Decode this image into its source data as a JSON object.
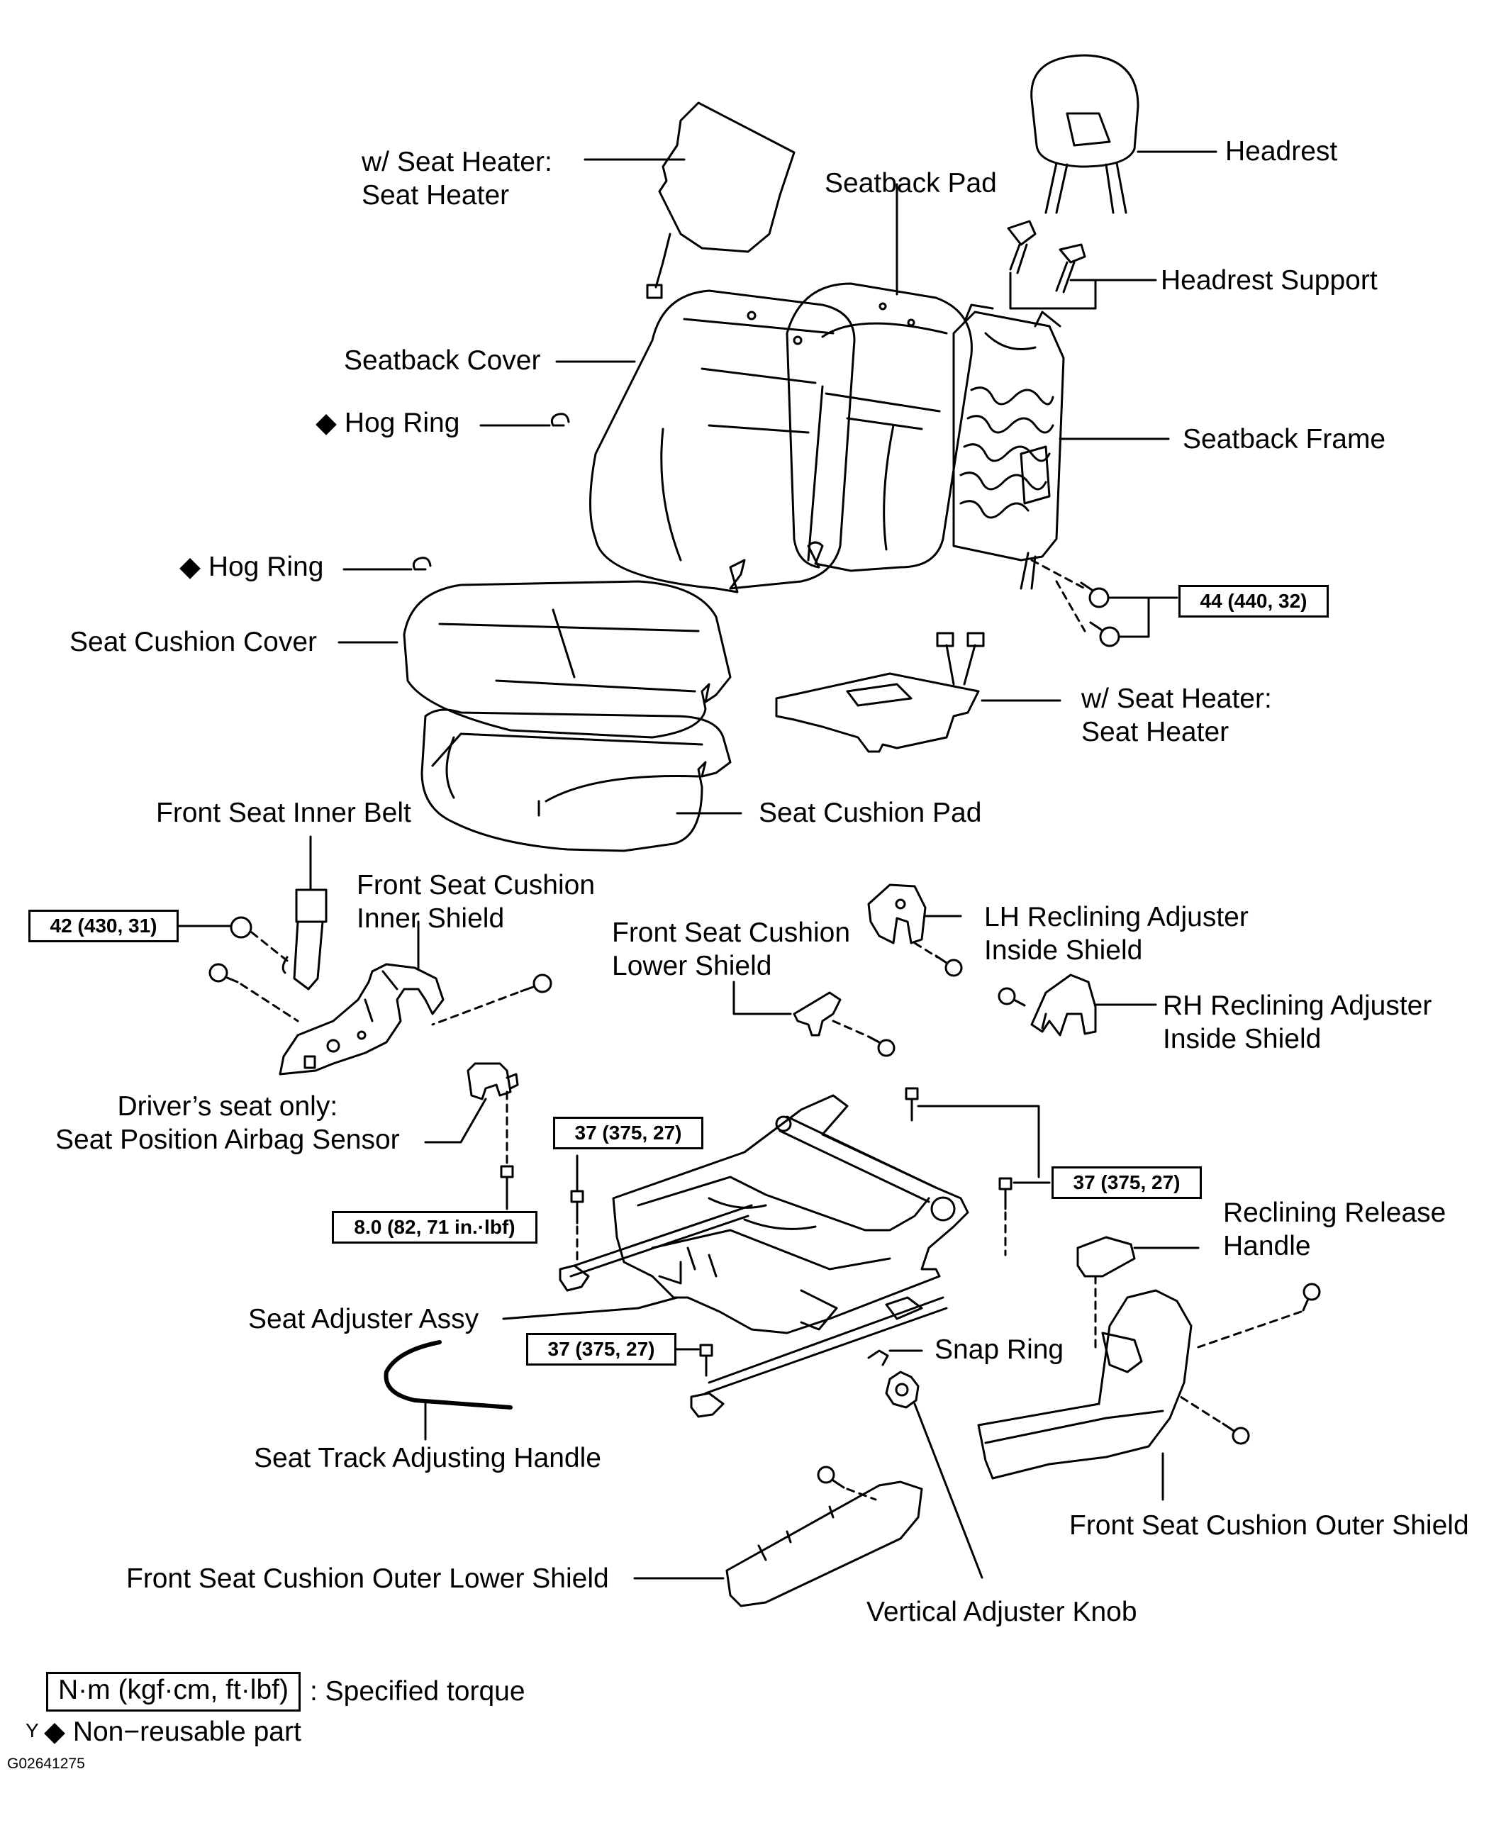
{
  "parts": {
    "seat_heater_back": "w/ Seat Heater:\nSeat Heater",
    "seatback_pad": "Seatback Pad",
    "headrest": "Headrest",
    "headrest_support": "Headrest Support",
    "seatback_cover": "Seatback Cover",
    "hog_ring_1": "◆ Hog Ring",
    "seatback_frame": "Seatback Frame",
    "hog_ring_2": "◆ Hog Ring",
    "seat_cushion_cover": "Seat Cushion Cover",
    "seat_heater_cushion": "w/ Seat Heater:\nSeat Heater",
    "front_seat_inner_belt": "Front Seat Inner Belt",
    "seat_cushion_pad": "Seat Cushion Pad",
    "front_seat_cushion_inner_shield": "Front Seat Cushion\nInner Shield",
    "lh_reclining_adjuster_inside_shield": "LH Reclining Adjuster\nInside Shield",
    "front_seat_cushion_lower_shield": "Front Seat Cushion\nLower Shield",
    "rh_reclining_adjuster_inside_shield": "RH Reclining Adjuster\nInside Shield",
    "seat_position_airbag_sensor": "Driver’s seat only:\nSeat Position Airbag Sensor",
    "reclining_release_handle": "Reclining Release\nHandle",
    "seat_adjuster_assy": "Seat Adjuster Assy",
    "snap_ring": "Snap Ring",
    "seat_track_adjusting_handle": "Seat Track Adjusting Handle",
    "front_seat_cushion_outer_shield": "Front Seat Cushion Outer Shield",
    "front_seat_cushion_outer_lower_shield": "Front Seat Cushion Outer Lower Shield",
    "vertical_adjuster_knob": "Vertical Adjuster Knob"
  },
  "torques": {
    "t_44": "44 (440, 32)",
    "t_42": "42 (430, 31)",
    "t_37_a": "37 (375, 27)",
    "t_37_b": "37 (375, 27)",
    "t_8": "8.0 (82, 71 in.·lbf)",
    "t_37_c": "37 (375, 27)"
  },
  "legend": {
    "torque_unit": "N·m (kgf·cm, ft·lbf)",
    "torque_desc": ": Specified torque",
    "nonreusable_prefix": "Y",
    "nonreusable": "◆ Non−reusable part"
  },
  "figure_code": "G02641275"
}
